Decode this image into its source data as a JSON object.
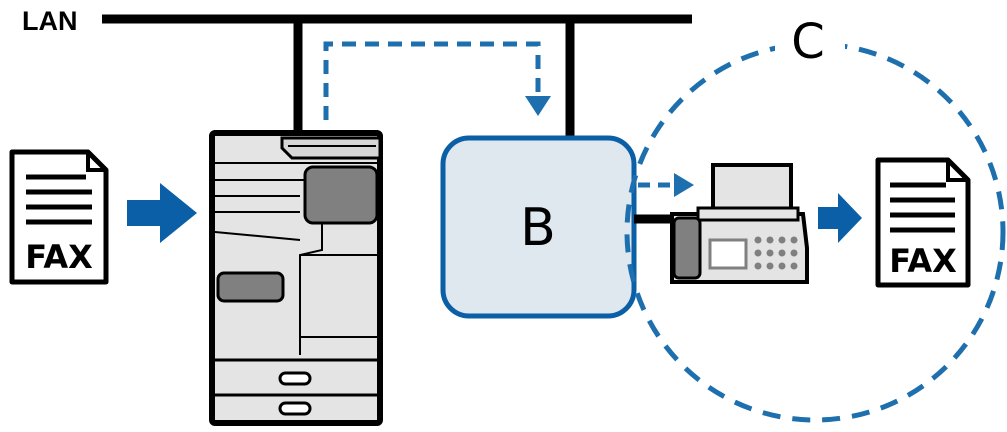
{
  "labels": {
    "lan": "LAN",
    "server": "B",
    "zone": "C",
    "fax_in": "FAX",
    "fax_out": "FAX"
  },
  "colors": {
    "line": "#000000",
    "arrow_blue": "#0a5fa6",
    "dashed_blue": "#1e6fae",
    "server_fill": "#dfe7ef",
    "server_stroke": "#0a5fa6",
    "device_fill": "#e4e4e4",
    "device_panel": "#808080"
  },
  "icons": {
    "fax_document_in": "fax-document-icon",
    "fax_document_out": "fax-document-icon",
    "printer": "multifunction-printer-icon",
    "fax_machine": "fax-machine-icon"
  }
}
